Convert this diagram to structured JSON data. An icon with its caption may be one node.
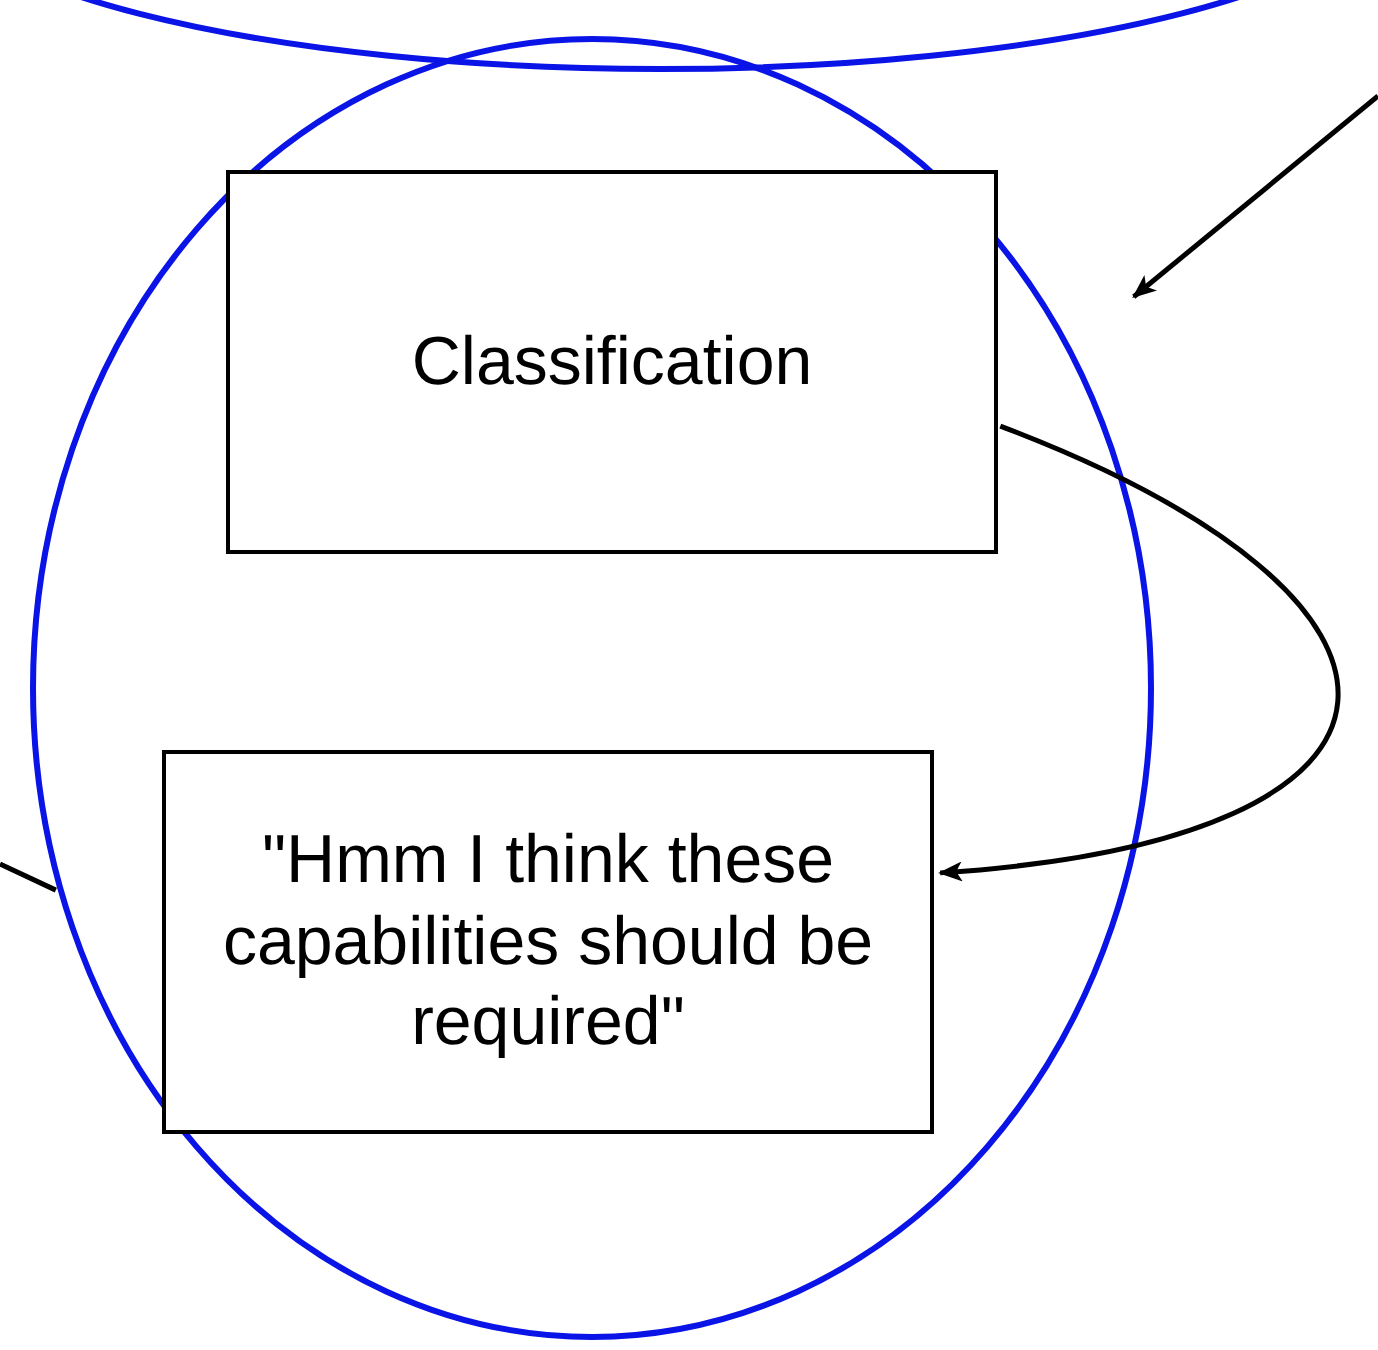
{
  "diagram": {
    "nodes": [
      {
        "text": [],
        "shape": "circle"
      },
      {
        "text": [],
        "shape": "circle"
      },
      {
        "text": [
          "Classification"
        ],
        "in": 1
      },
      {
        "text": [
          "\"Hmm I think these capabilities should be required\""
        ],
        "in": 1
      }
    ],
    "edges": [
      {
        "from": null,
        "to": 1,
        "arrow": "to"
      },
      {
        "from": 2,
        "to": 3,
        "arrow": "to"
      },
      {
        "from": null,
        "to": 1,
        "arrow": "none"
      }
    ]
  }
}
